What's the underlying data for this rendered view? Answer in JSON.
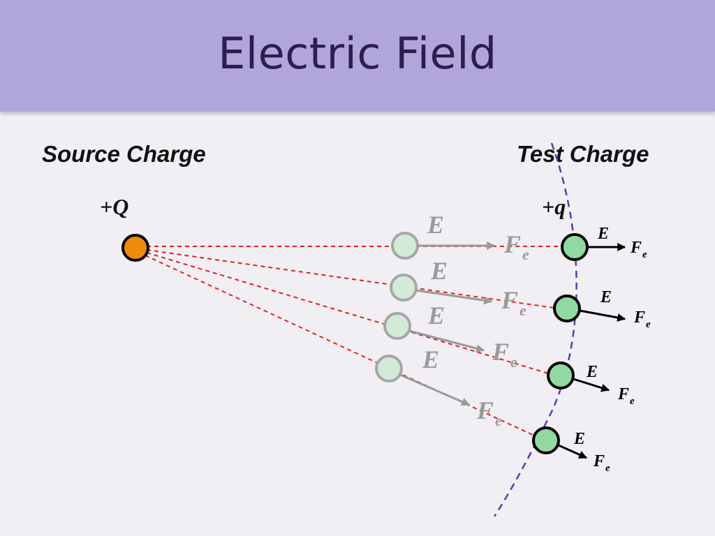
{
  "slide": {
    "title": "Electric Field"
  },
  "labels": {
    "source_charge": "Source Charge",
    "test_charge": "Test Charge",
    "source_symbol": "+Q",
    "test_symbol": "+q"
  },
  "symbols": {
    "field": "E",
    "force": "F",
    "force_subscript": "e"
  },
  "colors": {
    "header": "#b1a6dc",
    "title": "#2c1f4e",
    "source_charge_fill": "#f08a0c",
    "test_charge_fill": "#92d8a2",
    "faded_charge_fill": "#d4ead8",
    "field_lines": "#e02020",
    "equipotential": "#5040b0",
    "faded_vectors": "#9a9a9a",
    "vectors": "#000000"
  }
}
